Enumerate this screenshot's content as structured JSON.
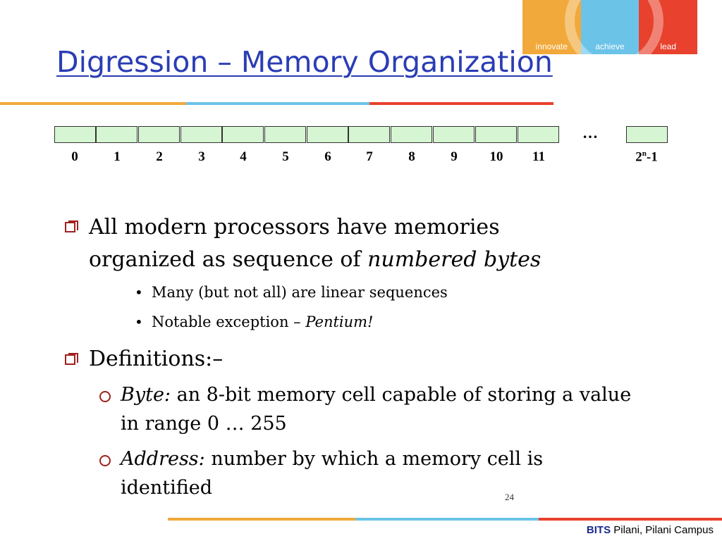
{
  "logo": {
    "words": [
      "innovate",
      "achieve",
      "lead"
    ],
    "colors": [
      "#f2a93b",
      "#6cc3e8",
      "#e8412d"
    ]
  },
  "title": "Digression – Memory Organization",
  "memory": {
    "indices": [
      "0",
      "1",
      "2",
      "3",
      "4",
      "5",
      "6",
      "7",
      "8",
      "9",
      "10",
      "11"
    ],
    "ellipsis": "…",
    "last_base": "2",
    "last_sup": "n",
    "last_suffix": "-1"
  },
  "bullets": {
    "b1_line1": "All modern processors have memories",
    "b1_line2": "organized as sequence of ",
    "b1_em": "numbered bytes",
    "sub1": "Many (but not all) are linear sequences",
    "sub2": "Notable exception – ",
    "sub2_em": "Pentium!",
    "b2": "Definitions:–",
    "def1_term": "Byte:",
    "def1_line1": " an 8-bit memory cell capable of storing a value",
    "def1_line2": "in range 0 … 255",
    "def2_term": "Address:",
    "def2_line1": " number by which a memory cell is",
    "def2_line2": "identified"
  },
  "page_number": "24",
  "footer": {
    "bold": "BITS",
    "rest": " Pilani, Pilani Campus"
  },
  "colors": {
    "title": "#2a3db5",
    "orange": "#f2a93b",
    "blue": "#6cc3e8",
    "red": "#e8412d",
    "cell": "#d6f5d2",
    "bullet": "#a0211d"
  }
}
